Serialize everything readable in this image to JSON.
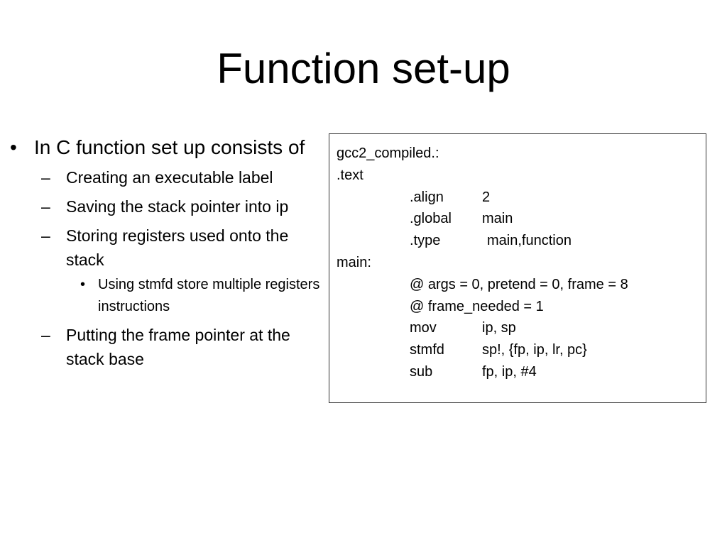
{
  "title": "Function set-up",
  "bullets": {
    "main": "In C function set up consists of",
    "sub": [
      "Creating an executable label",
      "Saving the stack pointer into ip",
      "Storing registers used onto the stack"
    ],
    "subsub": "Using stmfd store multiple registers instructions",
    "last": "Putting the frame pointer at the stack base"
  },
  "markers": {
    "bullet": "•",
    "dash": "–",
    "small_bullet": "•"
  },
  "code": {
    "label1": "gcc2_compiled.:",
    "label2": ".text",
    "align_op": ".align",
    "align_arg": "2",
    "global_op": ".global",
    "global_arg": "main",
    "type_op": ".type",
    "type_arg": "main,function",
    "label3": "main:",
    "comment1": "@ args = 0, pretend = 0, frame = 8",
    "comment2": "@ frame_needed = 1",
    "mov_op": "mov",
    "mov_arg": "ip, sp",
    "stmfd_op": "stmfd",
    "stmfd_arg": "sp!, {fp, ip, lr, pc}",
    "sub_op": "sub",
    "sub_arg": "fp, ip, #4"
  }
}
